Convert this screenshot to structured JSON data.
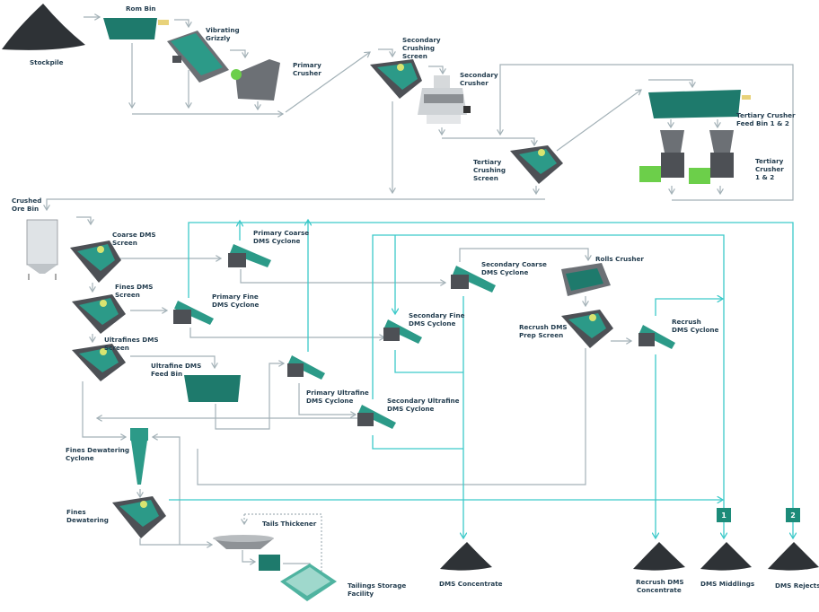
{
  "labels": {
    "stockpile": "Stockpile",
    "rom_bin": "Rom Bin",
    "vibrating_grizzly": [
      "Vibrating",
      "Grizzly"
    ],
    "primary_crusher": [
      "Primary",
      "Crusher"
    ],
    "secondary_crushing_screen": [
      "Secondary",
      "Crushing",
      "Screen"
    ],
    "secondary_crusher": [
      "Secondary",
      "Crusher"
    ],
    "tertiary_crushing_screen": [
      "Tertiary",
      "Crushing",
      "Screen"
    ],
    "tertiary_feed_bin": [
      "Tertiary Crusher",
      "Feed Bin 1 & 2"
    ],
    "tertiary_crusher": [
      "Tertiary",
      "Crusher",
      "1 & 2"
    ],
    "crushed_ore_bin": [
      "Crushed",
      "Ore Bin"
    ],
    "coarse_dms_screen": [
      "Coarse DMS",
      "Screen"
    ],
    "fines_dms_screen": [
      "Fines DMS",
      "Screen"
    ],
    "ultrafines_dms_screen": [
      "Ultrafines DMS",
      "Screen"
    ],
    "primary_coarse_cyclone": [
      "Primary Coarse",
      "DMS Cyclone"
    ],
    "primary_fine_cyclone": [
      "Primary Fine",
      "DMS Cyclone"
    ],
    "ultrafine_feed_bin": [
      "Ultrafine DMS",
      "Feed Bin"
    ],
    "primary_ultrafine_cyclone": [
      "Primary Ultrafine",
      "DMS Cyclone"
    ],
    "secondary_fine_cyclone": [
      "Secondary Fine",
      "DMS Cyclone"
    ],
    "secondary_ultrafine_cyclone": [
      "Secondary Ultrafine",
      "DMS Cyclone"
    ],
    "secondary_coarse_cyclone": [
      "Secondary Coarse",
      "DMS Cyclone"
    ],
    "rolls_crusher": "Rolls Crusher",
    "recrush_prep_screen": [
      "Recrush DMS",
      "Prep Screen"
    ],
    "recrush_cyclone": [
      "Recrush",
      "DMS Cyclone"
    ],
    "fines_dewatering_cyclone": [
      "Fines Dewatering",
      "Cyclone"
    ],
    "fines_dewatering": [
      "Fines",
      "Dewatering"
    ],
    "tails_thickener": "Tails Thickener",
    "tailings_storage": [
      "Tailings Storage",
      "Facility"
    ],
    "dms_concentrate": "DMS Concentrate",
    "recrush_concentrate": [
      "Recrush DMS",
      "Concentrate"
    ],
    "dms_middlings": "DMS Middlings",
    "dms_rejects": "DMS Rejects"
  },
  "badges": [
    "1",
    "2"
  ],
  "colors": {
    "process_line": "#a3b1b7",
    "dms_line": "#3cc9c9",
    "equipment_teal": "#1e7a6c",
    "text": "#233d4f",
    "badge": "#1c8b79"
  }
}
